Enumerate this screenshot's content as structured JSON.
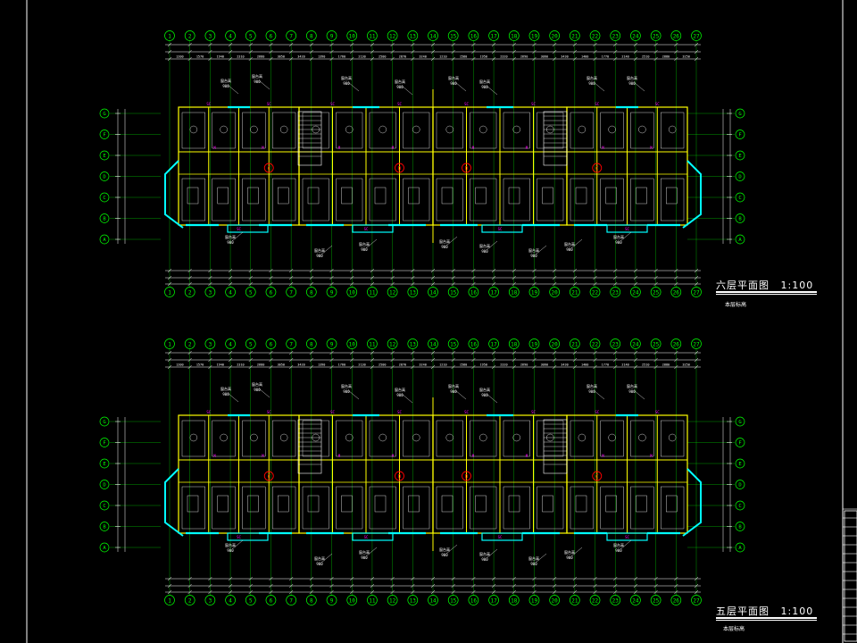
{
  "drawing": {
    "plans": [
      {
        "id": "sixth",
        "title": "六层平面图",
        "scale": "1:100",
        "elevation_label": "本层标高"
      },
      {
        "id": "fifth",
        "title": "五层平面图",
        "scale": "1:100",
        "elevation_label": "本层标高"
      }
    ],
    "axis_labels": [
      "1",
      "2",
      "3",
      "4",
      "5",
      "6",
      "7",
      "8",
      "9",
      "10",
      "11",
      "12",
      "13",
      "14",
      "15",
      "16",
      "17",
      "18",
      "19",
      "20",
      "21",
      "22",
      "23",
      "24",
      "25",
      "26",
      "27"
    ],
    "row_labels": [
      "G",
      "F",
      "E",
      "D",
      "C",
      "B",
      "A"
    ],
    "unit_marks": [
      "C",
      "D",
      "D",
      "C"
    ],
    "colors": {
      "axis": "#00ff00",
      "wall": "#ffff00",
      "window": "#00ffff",
      "label": "#ff00ff",
      "dim": "#ffffff",
      "furniture": "#ffffff",
      "bubble": "#ff0000"
    }
  }
}
